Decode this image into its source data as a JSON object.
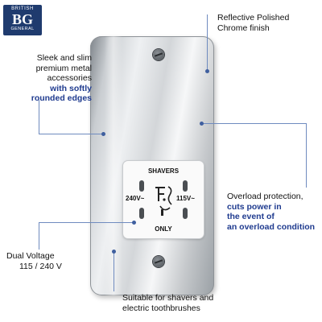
{
  "logo": {
    "top": "BRITISH",
    "mark": "BG",
    "bottom": "GENERAL"
  },
  "callouts": {
    "finish": {
      "line1": "Reflective Polished",
      "line2": "Chrome finish"
    },
    "edges": {
      "line1": "Sleek and slim",
      "line2": "premium metal",
      "line3": "accessories",
      "line4": "with softly",
      "line5": "rounded edges"
    },
    "overload": {
      "line1": "Overload protection,",
      "line2": "cuts power in",
      "line3": "the event of",
      "line4": "an overload condition"
    },
    "voltage": {
      "line1": "Dual Voltage",
      "line2": "115 / 240 V"
    },
    "suitable": {
      "line1": "Suitable for shavers and",
      "line2": "electric toothbrushes"
    }
  },
  "socket": {
    "top_label": "SHAVERS",
    "bottom_label": "ONLY",
    "left_voltage": "240V~",
    "right_voltage": "115V~"
  },
  "colors": {
    "logo_bg": "#1f3b6e",
    "accent_text": "#1f3b8f",
    "leader_line": "#6f8bbf"
  }
}
